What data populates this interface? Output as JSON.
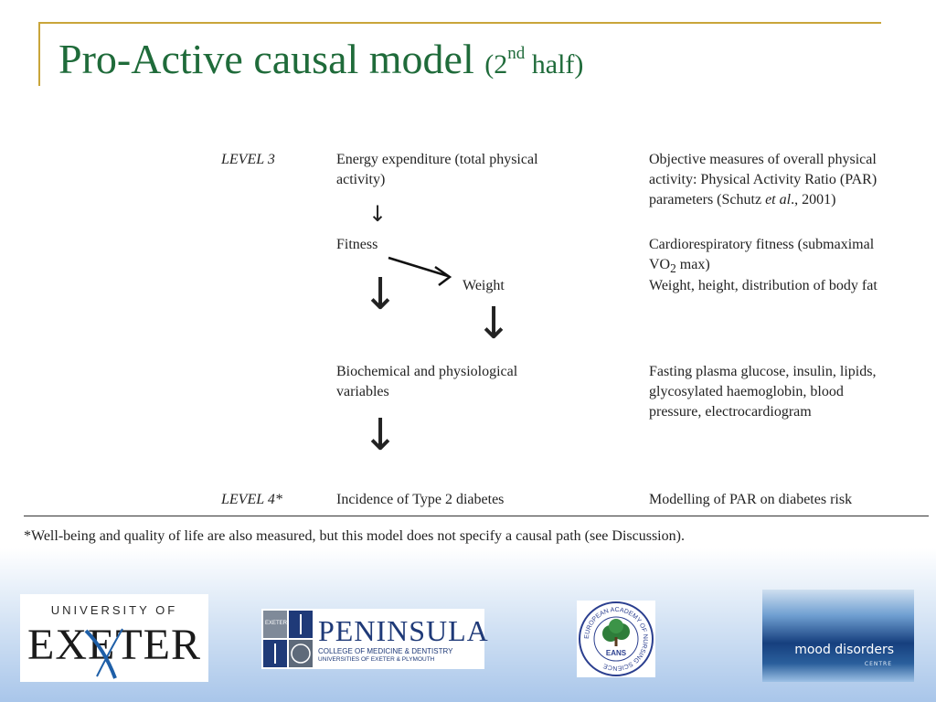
{
  "slide": {
    "title_main": "Pro-Active causal model ",
    "title_paren_open": "(2",
    "title_sup": "nd",
    "title_paren_close": " half)"
  },
  "diagram": {
    "levels": [
      "LEVEL 3",
      "LEVEL 4*"
    ],
    "nodes": {
      "energy": [
        "Energy expenditure (total physical",
        "activity)"
      ],
      "fitness": "Fitness",
      "weight": "Weight",
      "biochem": [
        "Biochemical and physiological",
        "variables"
      ],
      "incidence": "Incidence of Type 2 diabetes"
    },
    "measures": {
      "energy": [
        "Objective measures of overall physical",
        "activity: Physical Activity Ratio (PAR)",
        "parameters (Schutz ",
        "et al",
        "., 2001)"
      ],
      "fitness": [
        "Cardiorespiratory fitness (submaximal",
        "VO",
        "2",
        " max)"
      ],
      "weight": "Weight, height, distribution of body fat",
      "biochem": [
        "Fasting plasma glucose, insulin, lipids,",
        "glycosylated haemoglobin, blood",
        "pressure, electrocardiogram"
      ],
      "incidence": "Modelling of PAR on diabetes risk"
    },
    "arrow_glyph": "↓",
    "footnote": "*Well-being and quality of life are also measured, but this model does not specify a causal path (see Discussion)."
  },
  "logos": {
    "exeter": {
      "top": "UNIVERSITY OF",
      "main": "EXETER"
    },
    "peninsula": {
      "main": "PENINSULA",
      "sub1": "COLLEGE OF MEDICINE & DENTISTRY",
      "sub2": "UNIVERSITIES OF EXETER & PLYMOUTH",
      "badge": "EXETER"
    },
    "eans": {
      "ring": "EUROPEAN ACADEMY OF NURSING SCIENCE",
      "center": "EANS"
    },
    "mood": {
      "main": "mood disorders",
      "sub": "CENTRE"
    }
  },
  "colors": {
    "title": "#1f6b3a",
    "title_rule": "#c9a53a",
    "peninsula_blue": "#1f3a78",
    "eans_green": "#2e7d3a",
    "eans_blue": "#2b3f8f"
  }
}
